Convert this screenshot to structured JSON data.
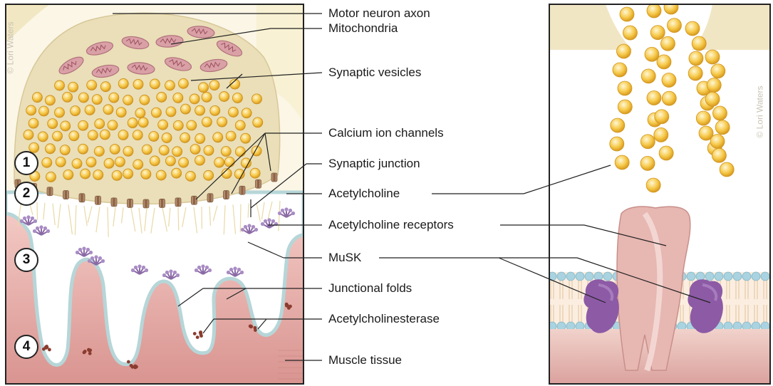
{
  "labels": [
    "Motor neuron axon",
    "Mitochondria",
    "Synaptic vesicles",
    "Calcium ion channels",
    "Synaptic junction",
    "Acetylcholine",
    "Acetylcholine receptors",
    "MuSK",
    "Junctional folds",
    "Acetylcholinesterase",
    "Muscle tissue"
  ],
  "steps": [
    "1",
    "2",
    "3",
    "4"
  ],
  "watermark": "© Lori Waters",
  "colors": {
    "axon": "#f7efcf",
    "terminal": "#efe3bc",
    "vesicle": "#f5c542",
    "muscle": "#dfa4a2",
    "fold_edge": "#bcd9dc",
    "receptor": "#9b7bb8",
    "musk": "#8d5aa6",
    "membrane_head": "#a9d3e0"
  }
}
